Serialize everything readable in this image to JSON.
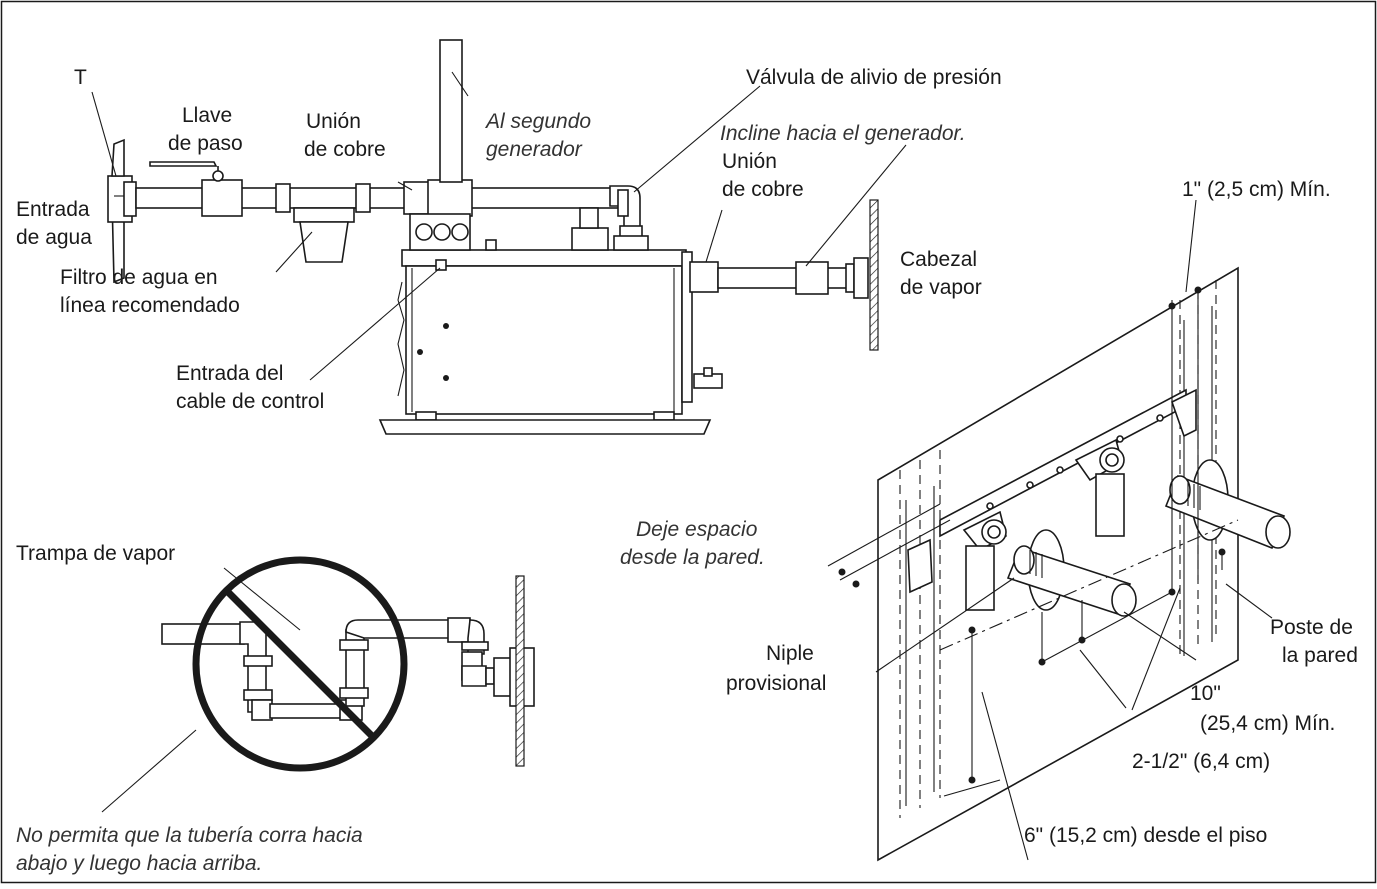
{
  "labels": {
    "t": "T",
    "llave_1": "Llave",
    "llave_2": "de paso",
    "union1_1": "Unión",
    "union1_2": "de cobre",
    "segundo_1": "Al segundo",
    "segundo_2": "generador",
    "valvula": "Válvula de alivio de presión",
    "incline": "Incline hacia el generador.",
    "union2_1": "Unión",
    "union2_2": "de cobre",
    "entrada_agua_1": "Entrada",
    "entrada_agua_2": "de agua",
    "filtro_1": "Filtro de agua en",
    "filtro_2": "línea recomendado",
    "cabezal_1": "Cabezal",
    "cabezal_2": "de vapor",
    "entrada_cable_1": "Entrada del",
    "entrada_cable_2": "cable de control",
    "min_1": "1\" (2,5 cm) Mín.",
    "trampa": "Trampa de vapor",
    "deje_1": "Deje espacio",
    "deje_2": "desde la pared.",
    "niple_1": "Niple",
    "niple_2": "provisional",
    "poste_1": "Poste de",
    "poste_2": "la pared",
    "dim_10_1": "10\"",
    "dim_10_2": "(25,4 cm) Mín.",
    "dim_25": "2-1/2\" (6,4 cm)",
    "dim_6": "6\" (15,2 cm) desde el piso",
    "no_permita_1": "No permita que la tubería corra hacia",
    "no_permita_2": "abajo y luego hacia arriba."
  },
  "colors": {
    "line": "#1a1a1a",
    "italic_text": "#333333",
    "background": "#ffffff"
  }
}
